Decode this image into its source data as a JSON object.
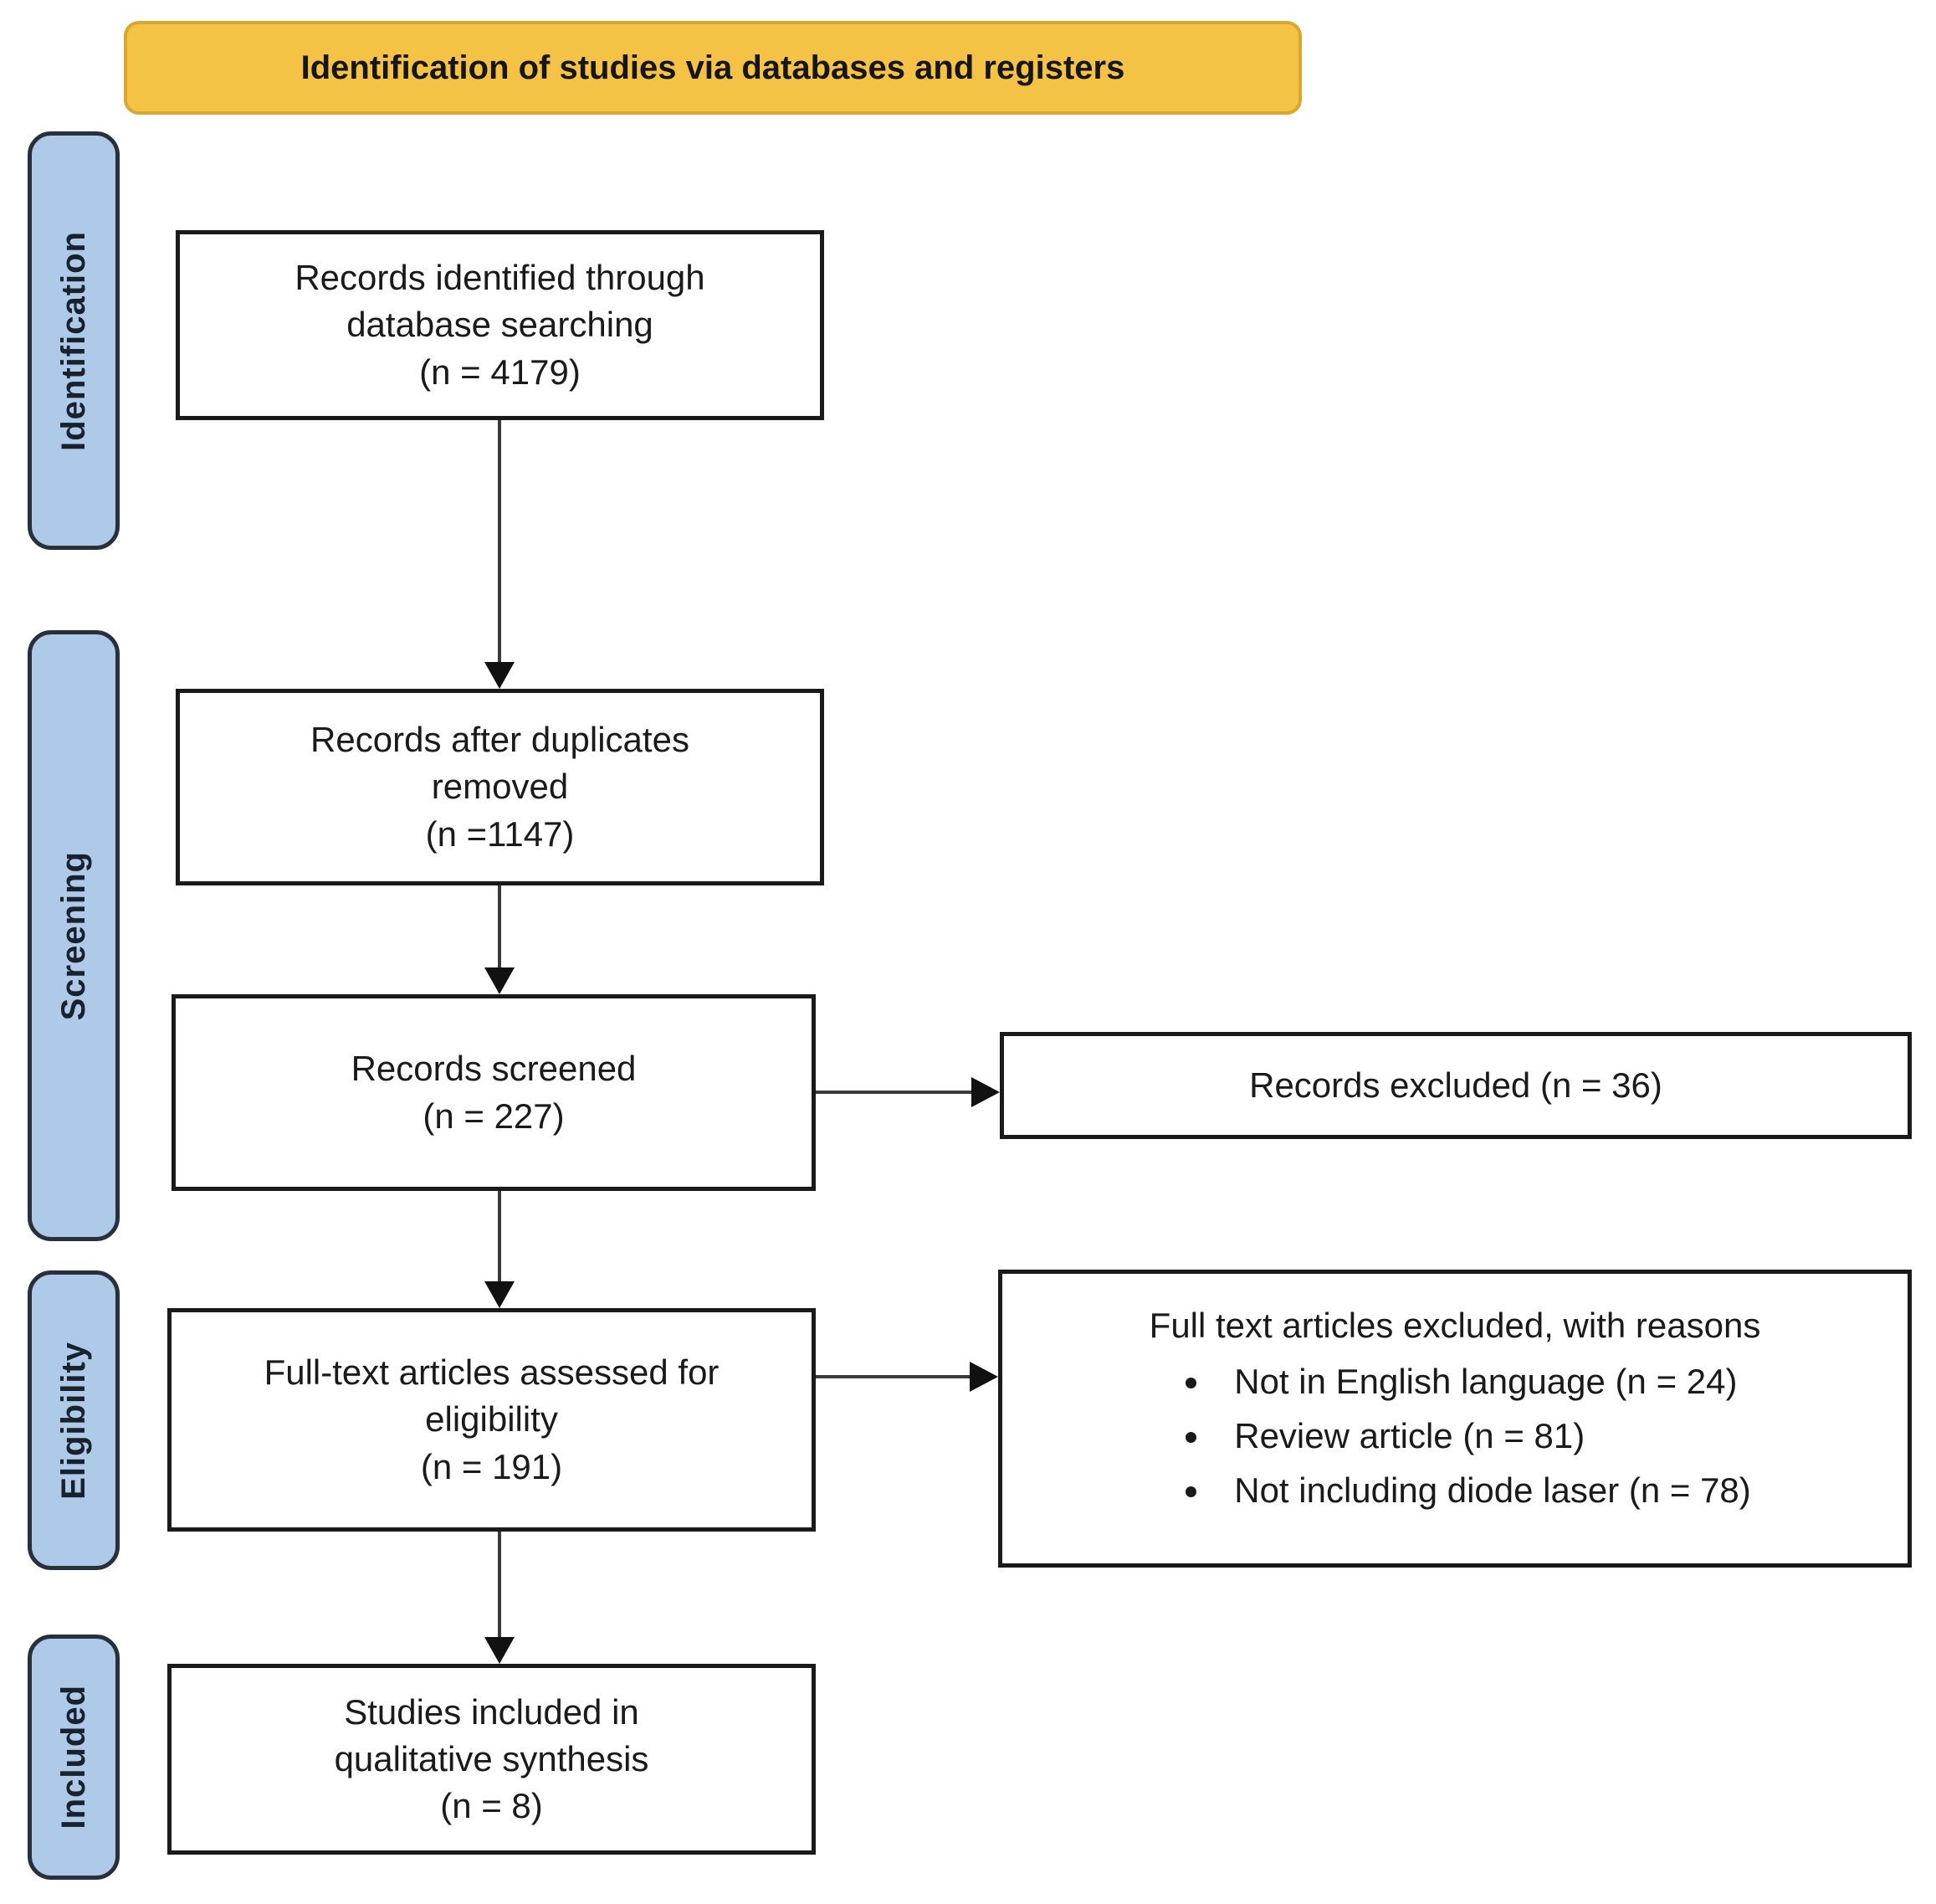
{
  "banner": {
    "title": "Identification of studies via databases and registers"
  },
  "stages": [
    {
      "label": "Identification"
    },
    {
      "label": "Screening"
    },
    {
      "label": "Eligibility"
    },
    {
      "label": "Included"
    }
  ],
  "flow_boxes": {
    "records_identified": {
      "lines": [
        "Records identified through",
        "database searching",
        "(n = 4179)"
      ]
    },
    "duplicates_removed": {
      "lines": [
        "Records after duplicates",
        "removed",
        "(n =1147)"
      ]
    },
    "records_screened": {
      "lines": [
        "Records screened",
        "(n = 227)"
      ]
    },
    "fulltext_assessed": {
      "lines": [
        "Full-text articles assessed for",
        "eligibility",
        "(n = 191)"
      ]
    },
    "studies_included": {
      "lines": [
        "Studies included in",
        "qualitative synthesis",
        "(n = 8)"
      ]
    }
  },
  "exclusion_boxes": {
    "records_excluded": {
      "text": "Records excluded (n = 36)"
    },
    "fulltext_excluded": {
      "title": "Full text articles excluded, with reasons",
      "reasons": [
        "Not in English language (n = 24)",
        "Review article (n = 81)",
        "Not including diode laser (n = 78)"
      ]
    }
  },
  "colors": {
    "banner_fill": "#F4C245",
    "banner_border": "#D9A62E",
    "stage_fill": "#AFC9E8",
    "stage_border": "#28303C",
    "box_border": "#1A1A1A",
    "arrow": "#3A3A3A"
  }
}
